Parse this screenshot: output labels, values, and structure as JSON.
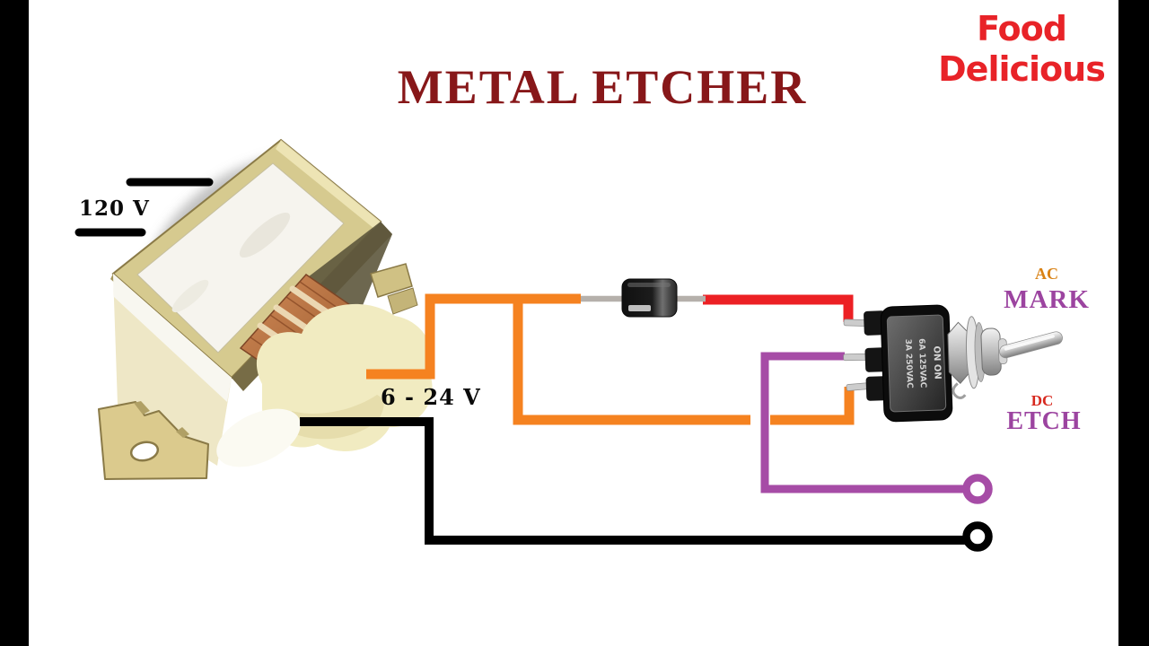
{
  "header": {
    "title": "METAL ETCHER",
    "watermark": {
      "line1": "Food",
      "line2": "Delicious"
    }
  },
  "labels": {
    "primary_voltage": "120 V",
    "secondary_voltage": "6 - 24 V",
    "ac": "AC",
    "mark": "MARK",
    "dc": "DC",
    "etch": "ETCH"
  },
  "switch_body": {
    "line1": "ON ON",
    "line2": "6A 125VAC",
    "line3": "3A 250VAC"
  },
  "colors": {
    "title_maroon": "#871719",
    "watermark_red": "#E82328",
    "wire_orange": "#F58220",
    "wire_red": "#EC2024",
    "wire_purple": "#A64CA6",
    "wire_black": "#000000",
    "label_ac_orange": "#D98215",
    "label_dc_red": "#D7281E",
    "label_mark_etch_purple": "#9C44A0",
    "transformer_metal": "#D6CA8F",
    "diode_lead_silver": "#B5B0AB"
  }
}
